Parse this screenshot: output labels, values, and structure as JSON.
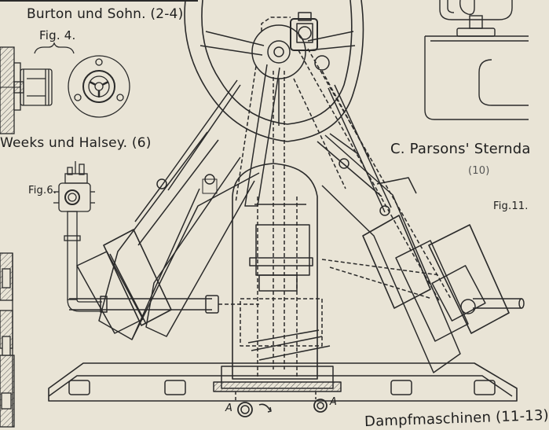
{
  "labels": {
    "burton_title": "Burton und Sohn.",
    "burton_ref": "(2-4)",
    "fig4": "Fig. 4.",
    "weeks_title": "Weeks und Halsey.",
    "weeks_ref": "(6)",
    "fig6": "Fig.6.",
    "parsons_title": "C. Parsons' Sternda",
    "parsons_ref": "(10)",
    "fig11": "Fig.11.",
    "section_a_left": "A",
    "section_a_right": "A",
    "caption_bottom": "Dampfmaschinen",
    "caption_bottom_ref": "(11-13)"
  },
  "colors": {
    "paper": "#e9e4d6",
    "ink": "#2a2a2a",
    "hatch": "#6a6a6a",
    "hidden_line": "#555555"
  }
}
